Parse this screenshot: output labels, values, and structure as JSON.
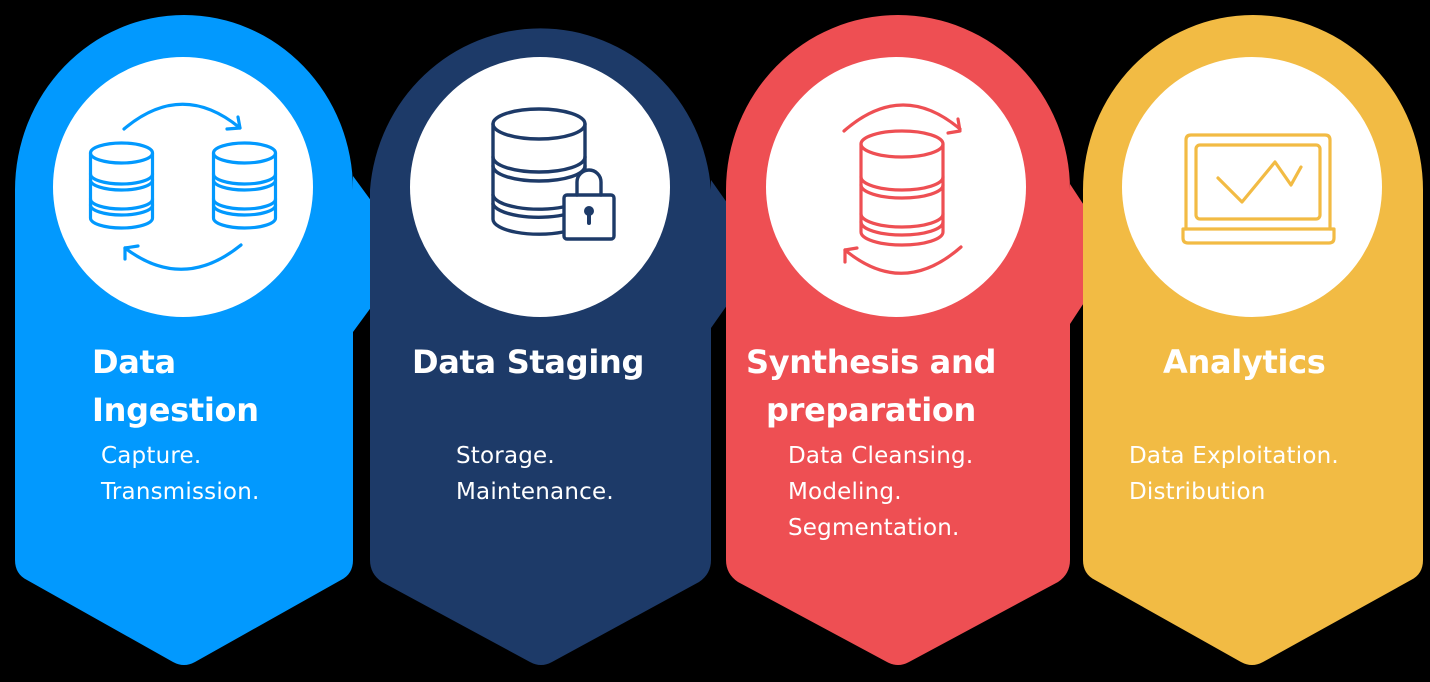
{
  "colors": {
    "background": "#000000",
    "ingestion": "#0299FE",
    "staging": "#1D3A68",
    "synthesis": "#EE4F53",
    "analytics": "#F2BB44",
    "circle": "#FFFFFF",
    "text": "#FFFFFF"
  },
  "stages": [
    {
      "id": "ingestion",
      "title_lines": [
        "Data",
        "Ingestion"
      ],
      "items": [
        "Capture.",
        "Transmission."
      ],
      "icon": "database-sync-icon",
      "color": "#0299FE"
    },
    {
      "id": "staging",
      "title_lines": [
        "Data Staging"
      ],
      "items": [
        "Storage.",
        "Maintenance."
      ],
      "icon": "database-lock-icon",
      "color": "#1D3A68"
    },
    {
      "id": "synthesis",
      "title_lines": [
        "Synthesis and",
        "preparation"
      ],
      "items": [
        "Data Cleansing.",
        "Modeling.",
        "Segmentation."
      ],
      "icon": "database-refresh-icon",
      "color": "#EE4F53"
    },
    {
      "id": "analytics",
      "title_lines": [
        "Analytics"
      ],
      "items": [
        "Data Exploitation.",
        "Distribution"
      ],
      "icon": "laptop-chart-icon",
      "color": "#F2BB44"
    }
  ]
}
